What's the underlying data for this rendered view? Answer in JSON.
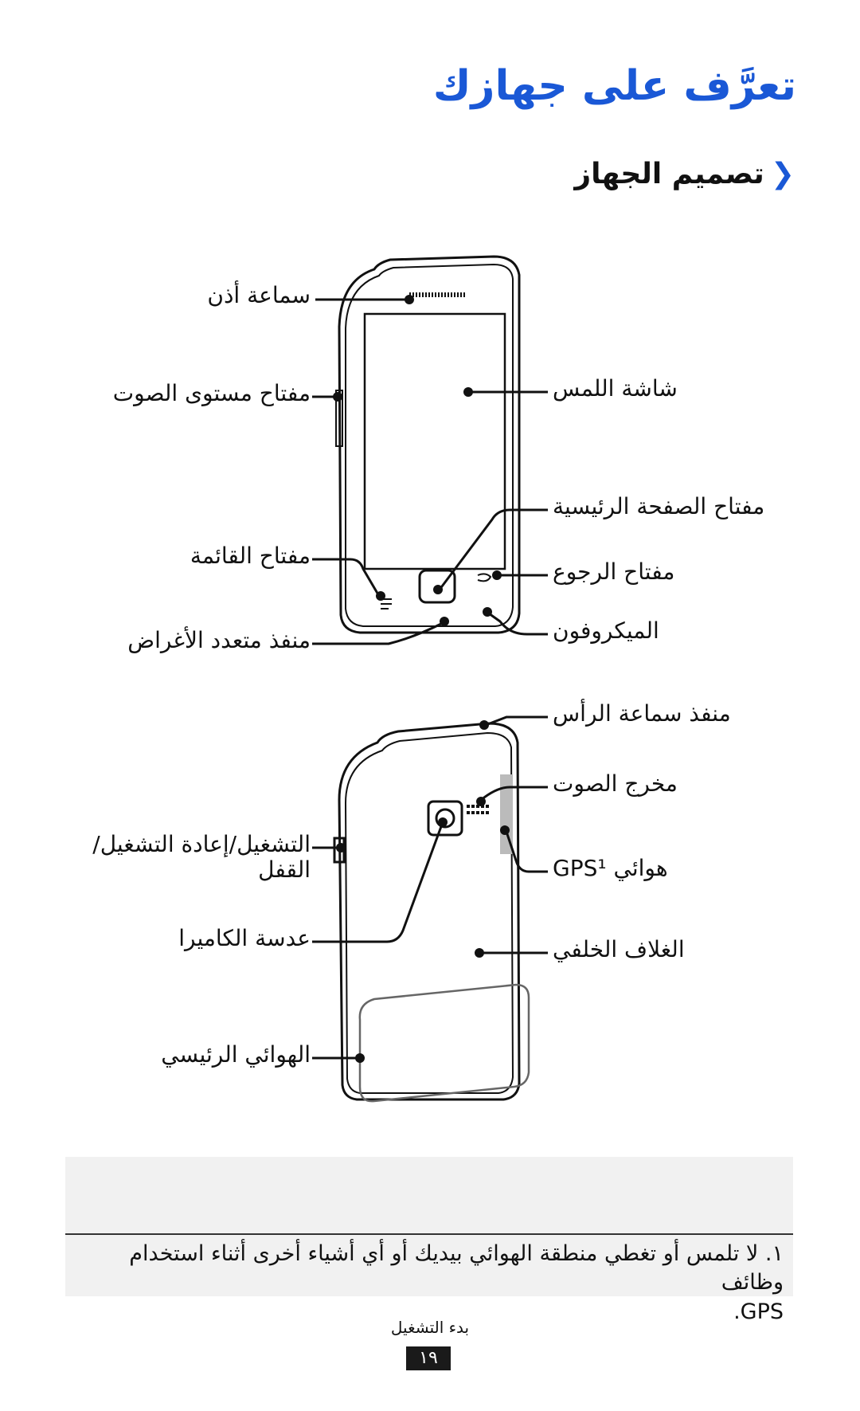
{
  "header": {
    "title": "تعرَّف على جهازك",
    "section_chevron": "❮",
    "section_title": "تصميم الجهاز"
  },
  "front_labels": {
    "earpiece": "سماعة أذن",
    "touchscreen": "شاشة اللمس",
    "volume_key": "مفتاح مستوى الصوت",
    "home_key": "مفتاح الصفحة الرئيسية",
    "menu_key": "مفتاح القائمة",
    "back_key": "مفتاح الرجوع",
    "multifunction_jack": "منفذ متعدد الأغراض",
    "microphone": "الميكروفون"
  },
  "back_labels": {
    "headset_jack": "منفذ سماعة الرأس",
    "speaker": "مخرج الصوت",
    "gps_antenna": "هوائي GPS¹",
    "power_key_line1": "التشغيل/إعادة التشغيل/",
    "power_key_line2": "القفل",
    "back_cover": "الغلاف الخلفي",
    "camera_lens": "عدسة الكاميرا",
    "internal_antenna": "الهوائي الرئيسي"
  },
  "footnote": {
    "text_line1": "١. لا تلمس أو تغطي منطقة الهوائي بيديك أو أي أشياء أخرى أثناء استخدام وظائف",
    "text_line2": "GPS."
  },
  "footer": {
    "section": "بدء التشغيل",
    "page_number": "١٩"
  }
}
